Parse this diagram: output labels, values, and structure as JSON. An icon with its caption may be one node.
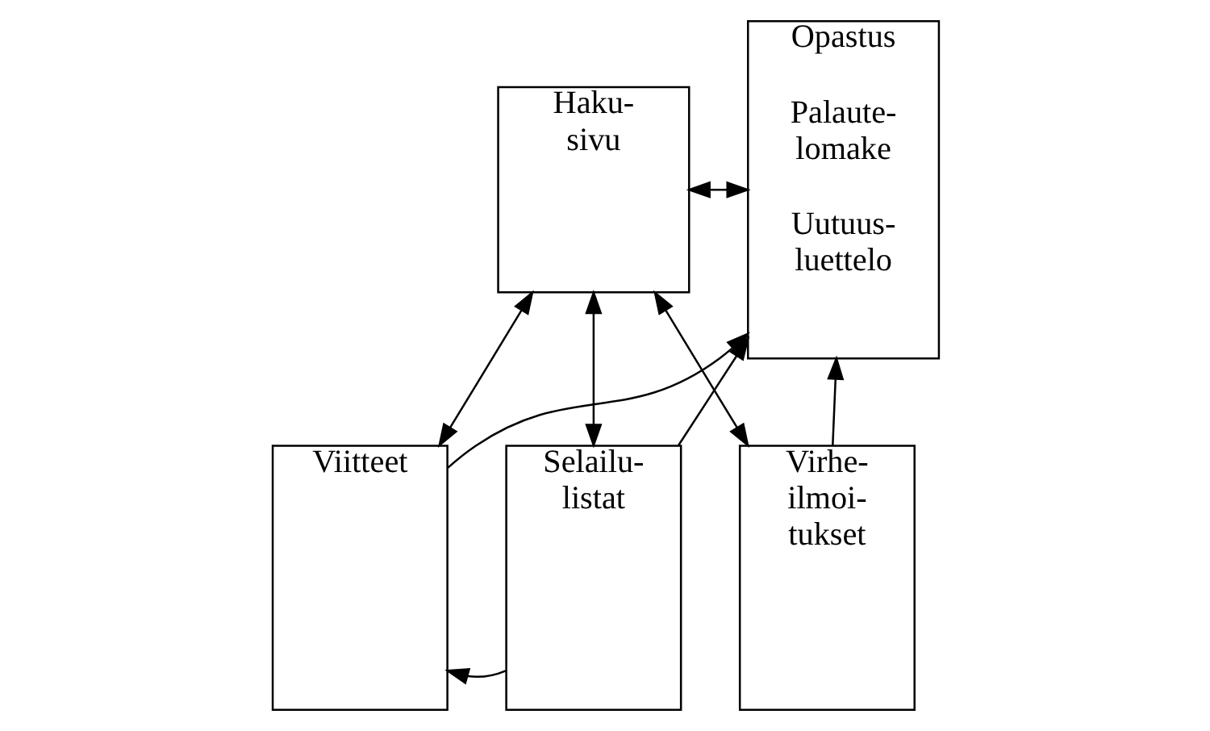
{
  "diagram": {
    "nodes": [
      {
        "text": [
          "Haku- sivu"
        ]
      },
      {
        "text": [
          "Opastus",
          "Palaute- lomake",
          "Uutuus- luettelo"
        ]
      },
      {
        "text": [
          "Viitteet"
        ]
      },
      {
        "text": [
          "Selailu- listat"
        ]
      },
      {
        "text": [
          "Virhe- ilmoi- tukset"
        ]
      }
    ],
    "edges": [
      {
        "from": 0,
        "to": 1,
        "arrow": "both"
      },
      {
        "from": 0,
        "to": 2,
        "arrow": "both"
      },
      {
        "from": 0,
        "to": 3,
        "arrow": "both"
      },
      {
        "from": 0,
        "to": 4,
        "arrow": "both"
      },
      {
        "from": 3,
        "to": 2,
        "arrow": "to"
      },
      {
        "from": 2,
        "to": 1,
        "arrow": "to"
      },
      {
        "from": 3,
        "to": 1,
        "arrow": "to"
      },
      {
        "from": 4,
        "to": 1,
        "arrow": "to"
      }
    ]
  }
}
